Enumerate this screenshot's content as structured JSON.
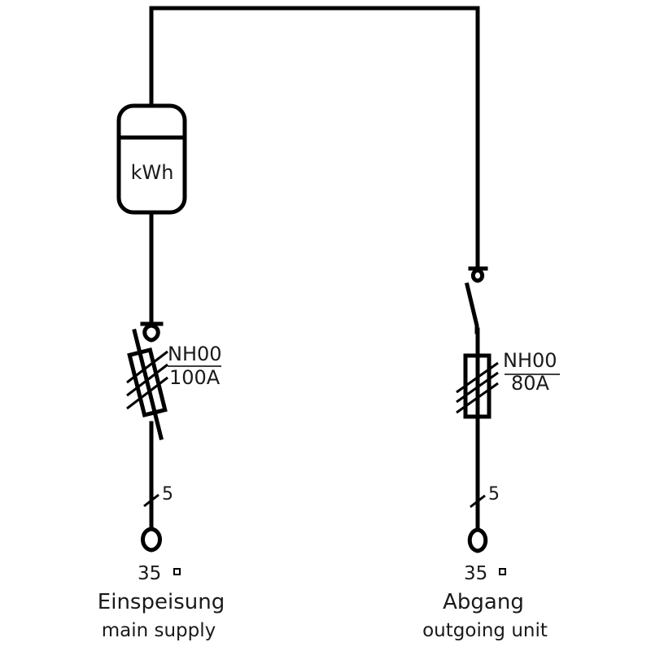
{
  "diagram": {
    "meter": {
      "label": "kWh"
    },
    "left_branch": {
      "fuse": {
        "type": "NH00",
        "rating": "100A"
      },
      "conductor_count": "5",
      "cross_section": "35",
      "cross_section_unit_glyph": "□",
      "title": "Einspeisung",
      "subtitle": "main supply"
    },
    "right_branch": {
      "fuse": {
        "type": "NH00",
        "rating": "80A"
      },
      "conductor_count": "5",
      "cross_section": "35",
      "cross_section_unit_glyph": "□",
      "title": "Abgang",
      "subtitle": "outgoing unit"
    },
    "colors": {
      "line": "#000000",
      "text": "#1a1a1a",
      "background": "#ffffff"
    }
  }
}
